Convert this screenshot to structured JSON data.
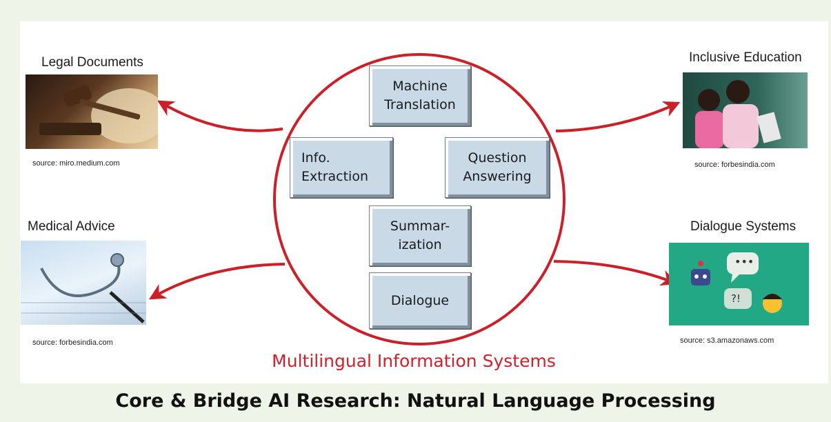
{
  "diagram": {
    "subtitle": "Multilingual Information Systems",
    "footer": "Core & Bridge AI Research: Natural Language Processing",
    "boxes": {
      "machine_translation": "Machine\nTranslation",
      "info_extraction": "Info.\nExtraction",
      "question_answering": "Question\nAnswering",
      "summarization": "Summar-\nization",
      "dialogue": "Dialogue"
    },
    "applications": {
      "legal": {
        "title": "Legal Documents",
        "source": "source: miro.medium.com"
      },
      "medical": {
        "title": "Medical Advice",
        "source": "source: forbesindia.com"
      },
      "education": {
        "title": "Inclusive Education",
        "source": "source: forbesindia.com"
      },
      "dialogue_systems": {
        "title": "Dialogue Systems",
        "source": "source: s3.amazonaws.com",
        "bubble_top": "•••",
        "bubble_mid": "?!"
      }
    },
    "colors": {
      "accent": "#cc1f27",
      "box_fill": "#c9d9e6",
      "dialogue_bg": "#22a884"
    }
  }
}
